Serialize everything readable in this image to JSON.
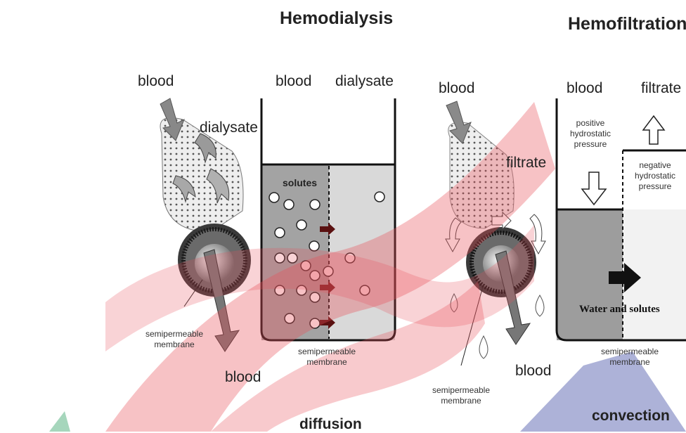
{
  "hemodialysis": {
    "title": "Hemodialysis",
    "left_blood_in": "blood",
    "left_dialysate": "dialysate",
    "left_membrane_line1": "semipermeable",
    "left_membrane_line2": "membrane",
    "left_blood_out": "blood",
    "tank_blood": "blood",
    "tank_dialysate": "dialysate",
    "solutes": "solutes",
    "tank_membrane_line1": "semipermeable",
    "tank_membrane_line2": "membrane",
    "caption": "diffusion"
  },
  "hemofiltration": {
    "title": "Hemofiltration",
    "left_blood_in": "blood",
    "left_filtrate": "filtrate",
    "left_membrane_line1": "semipermeable",
    "left_membrane_line2": "membrane",
    "left_blood_out": "blood",
    "tank_blood": "blood",
    "tank_filtrate": "filtrate",
    "positive_l1": "positive",
    "positive_l2": "hydrostatic",
    "positive_l3": "pressure",
    "negative_l1": "negative",
    "negative_l2": "hydrostatic",
    "negative_l3": "pressure",
    "water_solutes": "Water and solutes",
    "tank_membrane_line1": "semipermeable",
    "tank_membrane_line2": "membrane",
    "caption": "convection"
  },
  "colors": {
    "watermark_red": "#e8505a",
    "watermark_green": "#3aa56a",
    "watermark_blue": "#4a55a8",
    "tank_fill_dark": "#9a9a9a",
    "tank_fill_light": "#d8d8d8"
  }
}
